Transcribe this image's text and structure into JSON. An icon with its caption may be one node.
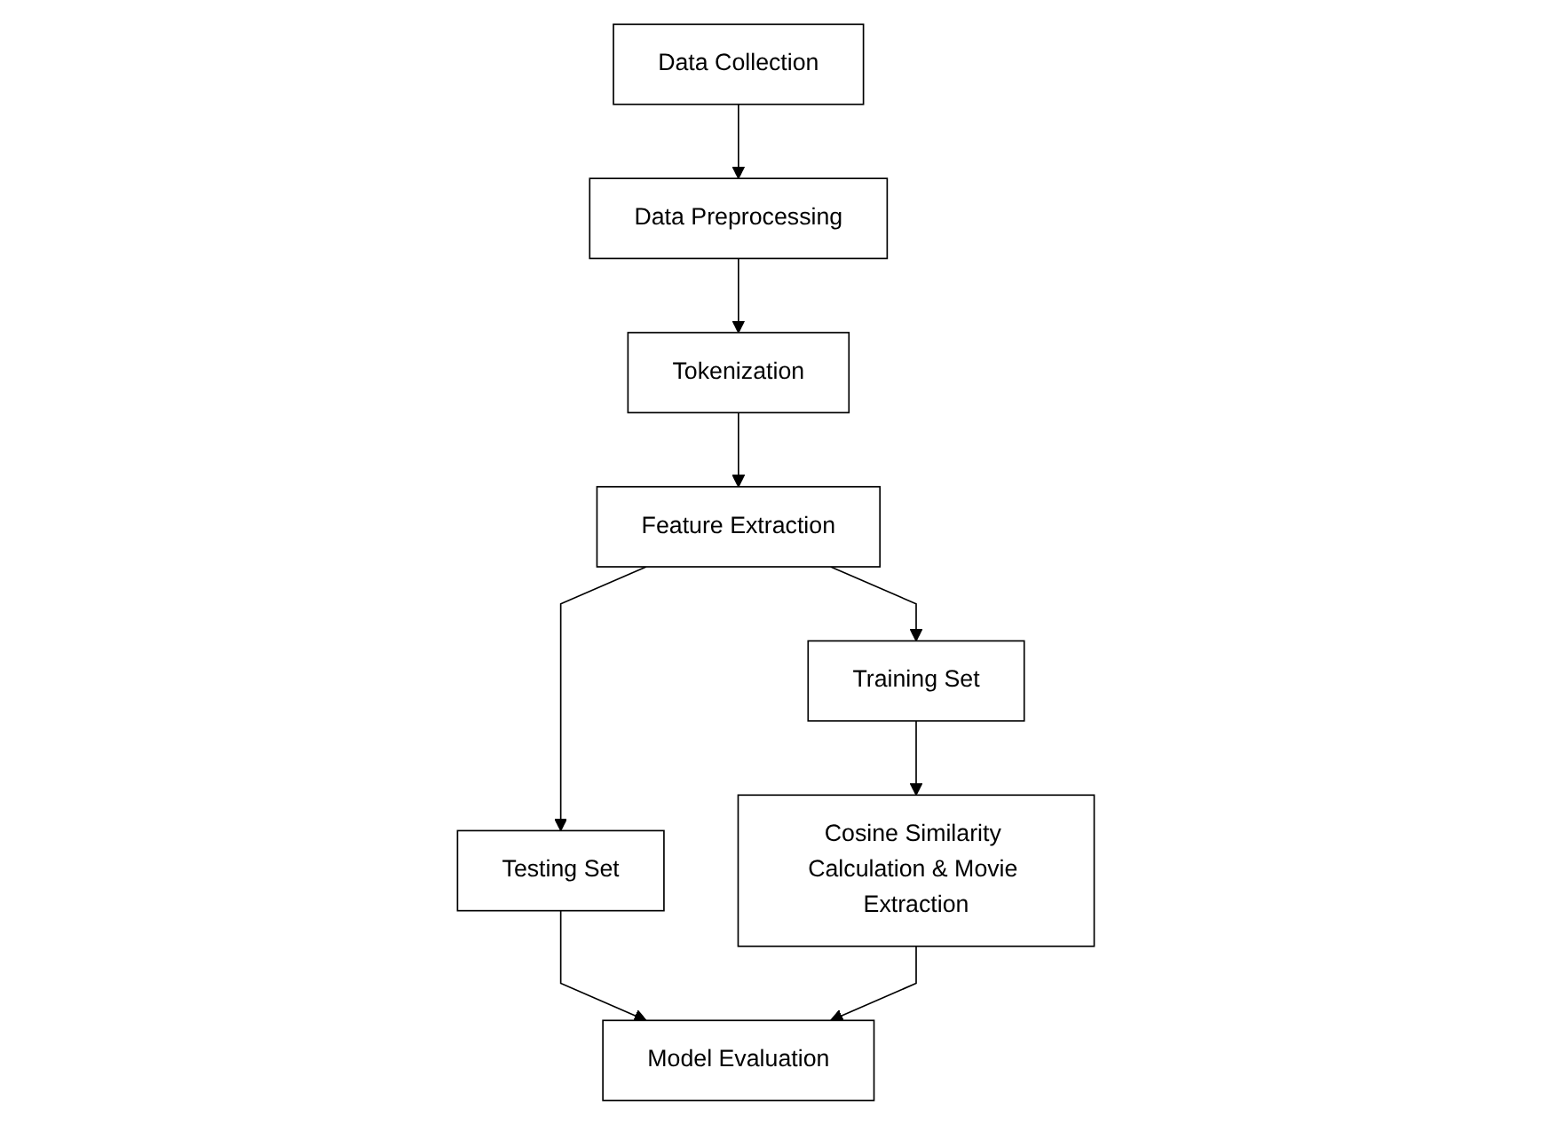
{
  "diagram": {
    "nodes": [
      {
        "text": [
          "Data Collection"
        ]
      },
      {
        "text": [
          "Data Preprocessing"
        ]
      },
      {
        "text": [
          "Tokenization"
        ]
      },
      {
        "text": [
          "Feature Extraction"
        ]
      },
      {
        "text": [
          "Testing Set"
        ]
      },
      {
        "text": [
          "Training Set"
        ]
      },
      {
        "text": [
          "Model Evaluation"
        ]
      },
      {
        "text": [
          "Cosine Similarity Calculation & Movie Extraction"
        ]
      }
    ],
    "edges": [
      {
        "from": 0,
        "to": 1,
        "arrow": "to"
      },
      {
        "from": 1,
        "to": 2,
        "arrow": "to"
      },
      {
        "from": 2,
        "to": 3,
        "arrow": "to"
      },
      {
        "from": 3,
        "to": 4,
        "arrow": "to"
      },
      {
        "from": 3,
        "to": 5,
        "arrow": "to"
      },
      {
        "from": 4,
        "to": 6,
        "arrow": "to"
      },
      {
        "from": 5,
        "to": 7,
        "arrow": "to"
      },
      {
        "from": 7,
        "to": 6,
        "arrow": "to"
      }
    ]
  }
}
